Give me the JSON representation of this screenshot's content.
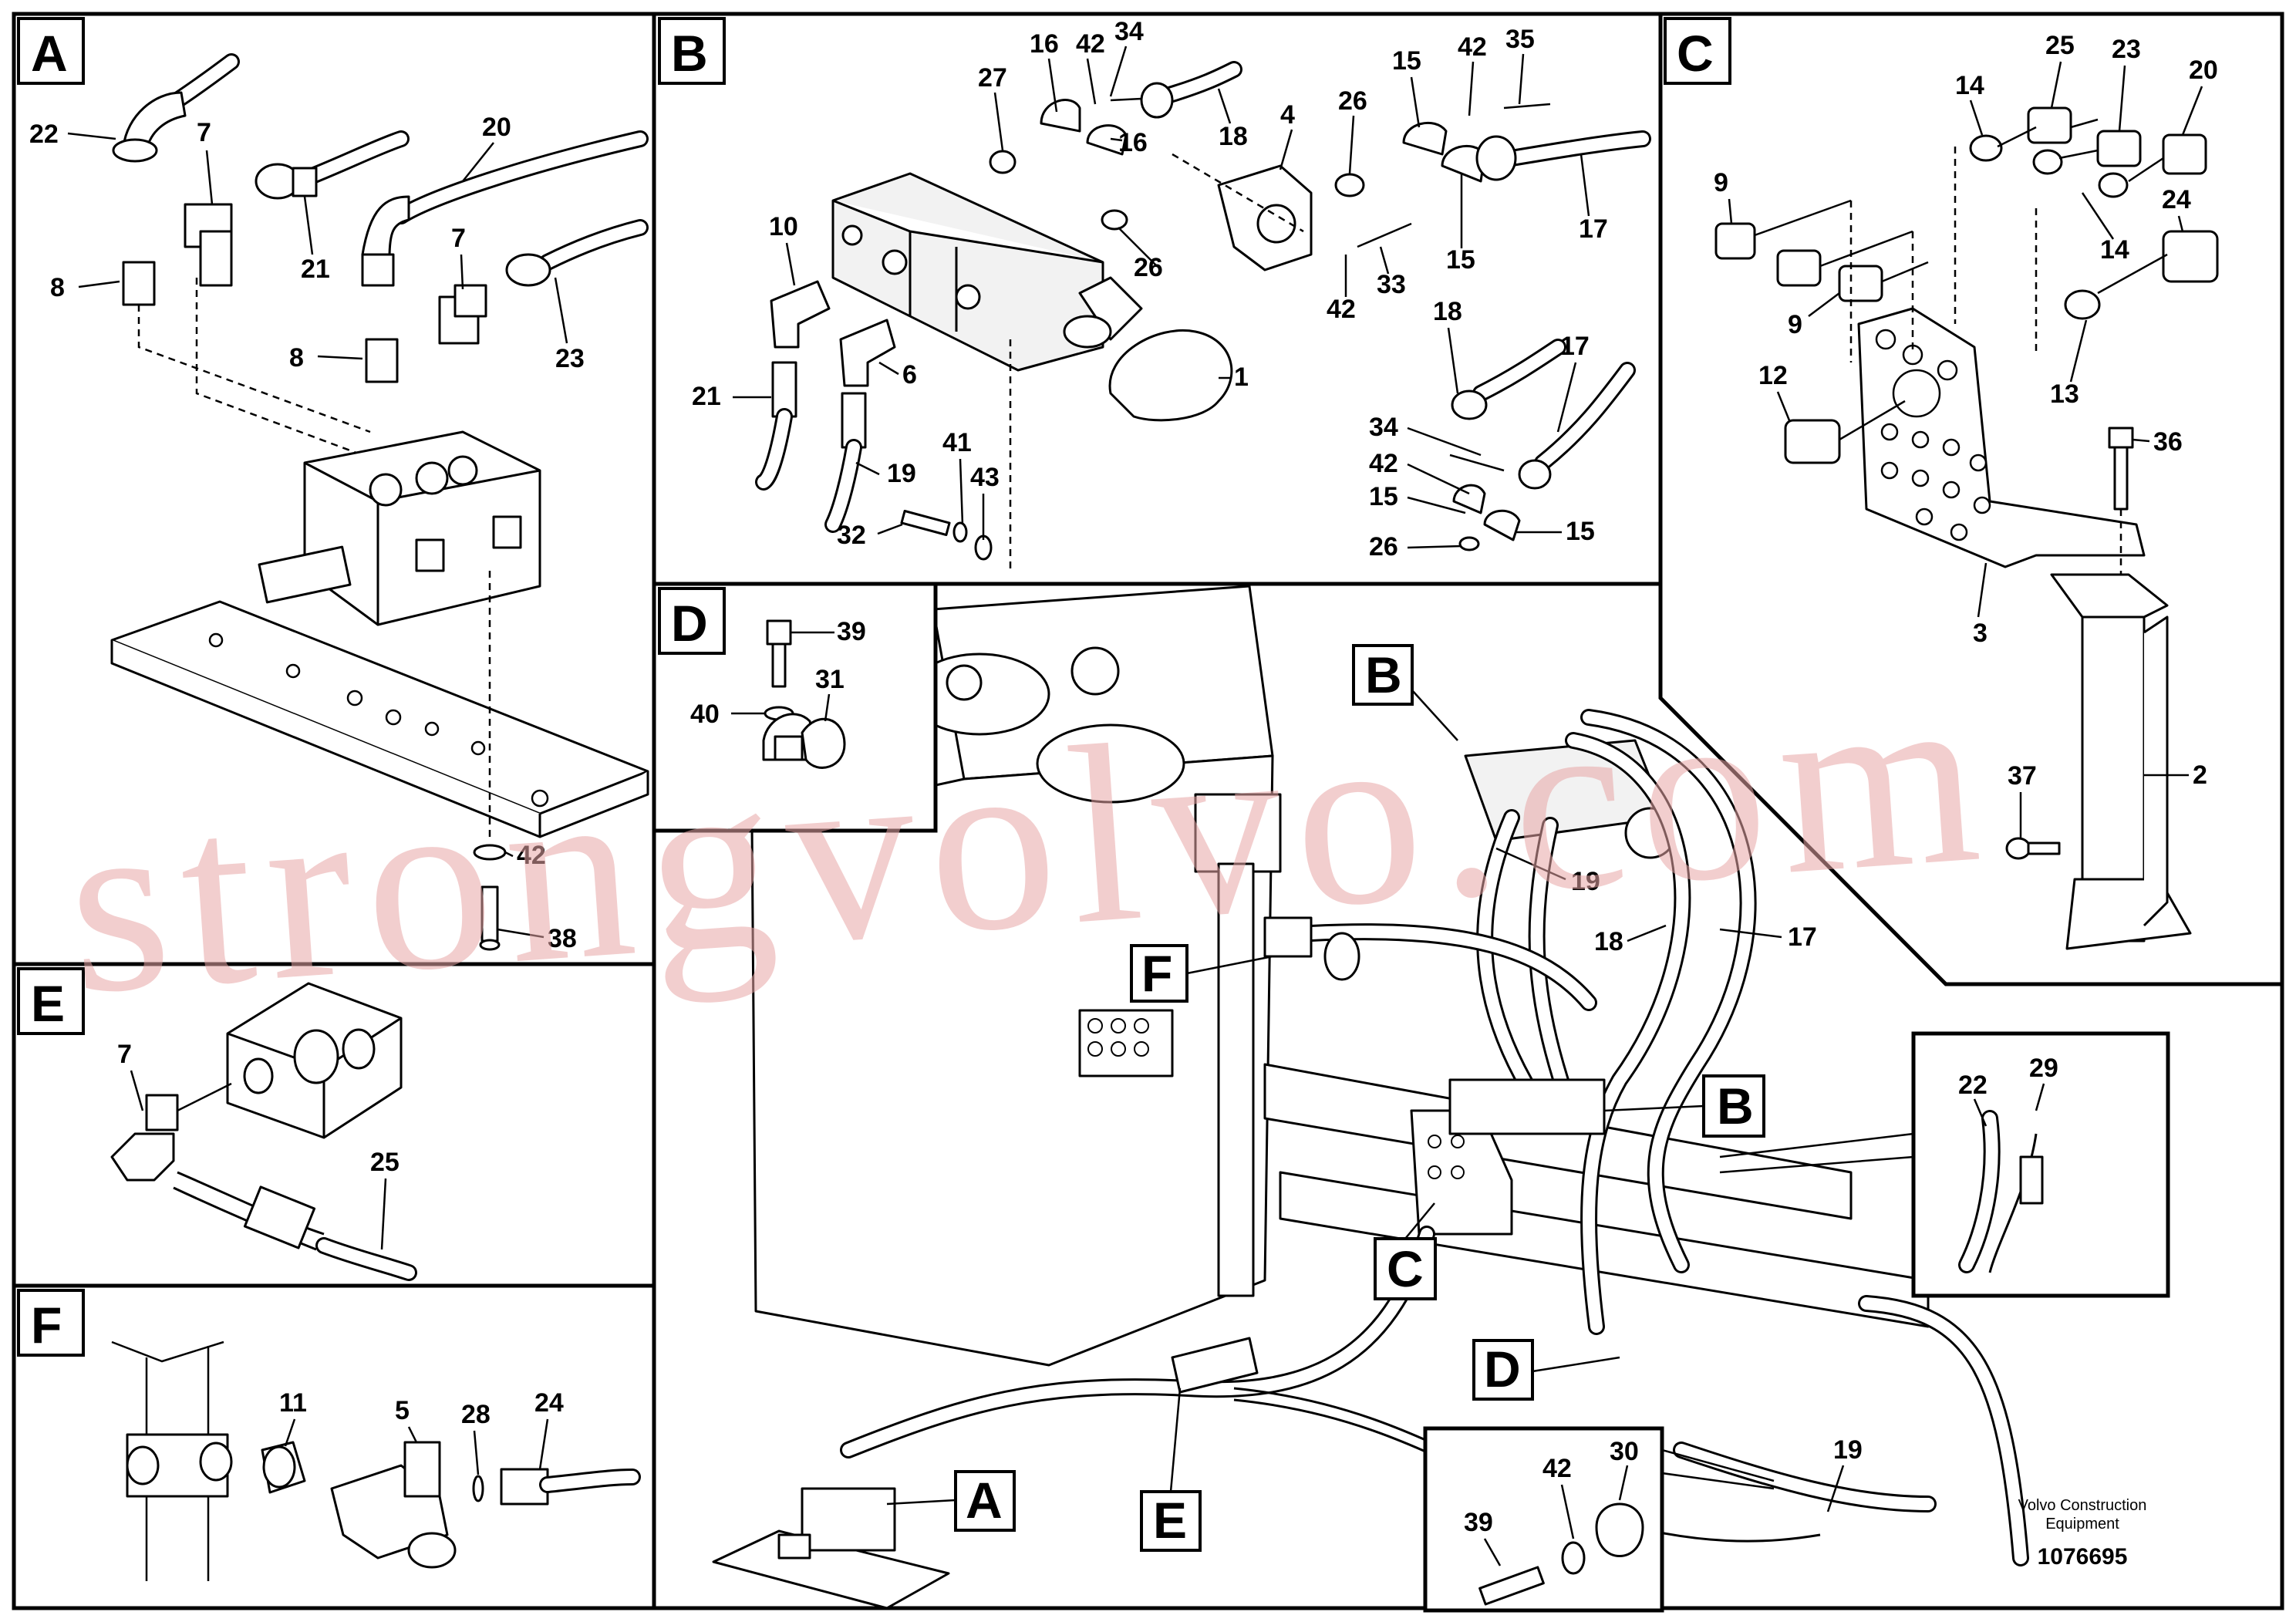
{
  "panels": {
    "A": {
      "letter": "A",
      "labels": [
        "22",
        "7",
        "20",
        "8",
        "21",
        "7",
        "8",
        "23",
        "42",
        "38"
      ]
    },
    "B": {
      "letter": "B",
      "labels": [
        "16",
        "42",
        "34",
        "27",
        "18",
        "4",
        "26",
        "15",
        "42",
        "35",
        "16",
        "10",
        "26",
        "17",
        "15",
        "33",
        "42",
        "21",
        "6",
        "1",
        "18",
        "17",
        "41",
        "43",
        "34",
        "42",
        "15",
        "19",
        "32",
        "26",
        "15"
      ]
    },
    "C": {
      "letter": "C",
      "labels": [
        "25",
        "23",
        "14",
        "20",
        "9",
        "14",
        "24",
        "9",
        "12",
        "13",
        "36",
        "3",
        "37",
        "2"
      ]
    },
    "D": {
      "letter": "D",
      "labels": [
        "39",
        "31",
        "40"
      ]
    },
    "E": {
      "letter": "E",
      "labels": [
        "7",
        "25"
      ]
    },
    "F": {
      "letter": "F",
      "labels": [
        "11",
        "5",
        "28",
        "24"
      ]
    }
  },
  "overview": {
    "callouts": [
      "B",
      "F",
      "B",
      "C",
      "D",
      "A",
      "E"
    ],
    "labels": [
      "19",
      "18",
      "17",
      "19"
    ],
    "detail_labels": [
      "22",
      "29",
      "42",
      "30",
      "39"
    ]
  },
  "watermark": "strongvolvo.com",
  "caption": {
    "line1": "Volvo Construction",
    "line2": "Equipment",
    "number": "1076695"
  }
}
